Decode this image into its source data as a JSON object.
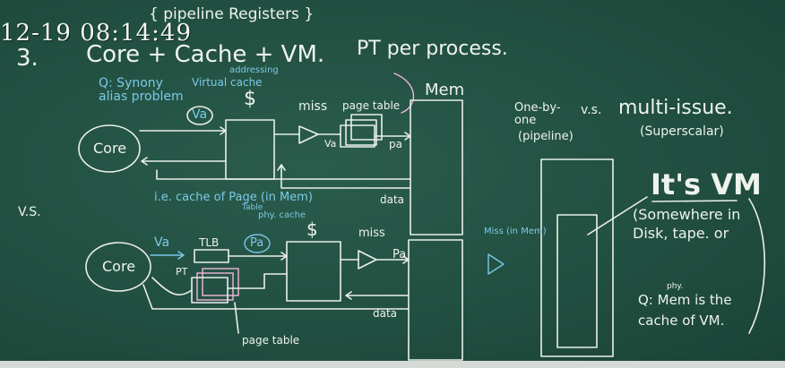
{
  "timestamp": "12-19  08:14:49",
  "top_note": "{ pipeline Registers }",
  "item_number": "3.",
  "heading": "Core + Cache + VM.",
  "pt_note": "PT per process.",
  "addressing_note": "addressing",
  "virtual_cache": "Virtual cache",
  "question_top": "Q: Synony alias problem",
  "va_circle": "Va",
  "cache_symbol": "$",
  "miss_top": "miss",
  "page_table_top": "page table",
  "va_small": "Va",
  "pa_top": "pa",
  "mem_label": "Mem",
  "data_top": "data",
  "core_top": "Core",
  "vs_left": "V.S.",
  "ie_note": "i.e. cache of Page (in Mem)",
  "table_note": "Table",
  "phy_cache": "phy. cache",
  "va_bottom": "Va",
  "tlb": "TLB",
  "pa_circle": "Pa",
  "cache_symbol_bottom": "$",
  "miss_bottom": "miss",
  "pa_bottom": "Pa",
  "miss_in_mem": "Miss (in Mem)",
  "core_bottom": "Core",
  "pt_label": "PT",
  "data_bottom": "data",
  "page_table_bottom": "page table",
  "one_by_one": "One-by- one",
  "vs_right": "v.s.",
  "multi_issue": "multi-issue.",
  "pipeline_note": "(pipeline)",
  "superscalar_note": "(Superscalar)",
  "its_vm": "It's VM",
  "somewhere": "(Somewhere in Disk, tape. or",
  "question_bottom": "Q: Mem is the cache of VM.",
  "phy_small": "phy."
}
